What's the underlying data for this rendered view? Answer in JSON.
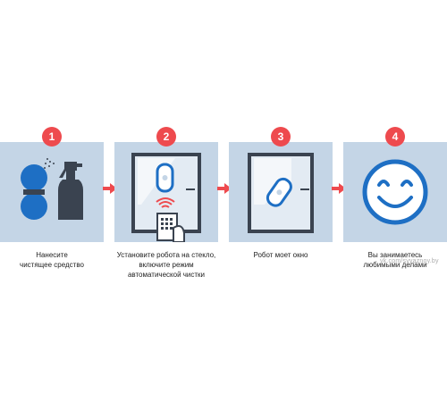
{
  "steps": [
    {
      "number": "1",
      "caption": [
        "Нанесите",
        "чистящее средство"
      ],
      "icon": "cleaning-spray-icon"
    },
    {
      "number": "2",
      "caption": [
        "Установите робота на стекло,",
        "включите режим",
        "автоматической чистки"
      ],
      "icon": "robot-on-window-remote-icon"
    },
    {
      "number": "3",
      "caption": [
        "Робот моет окно"
      ],
      "icon": "robot-cleaning-window-icon"
    },
    {
      "number": "4",
      "caption": [
        "Вы занимаетесь",
        "любимыми делами"
      ],
      "icon": "smiley-face-icon"
    }
  ],
  "watermark": "vk.com/svyaznoy.by",
  "colors": {
    "badge": "#ee4a4e",
    "panel": "#c4d5e6",
    "accent_blue": "#1e6fc4",
    "dark": "#3a4350",
    "arrow": "#ee4a4e"
  }
}
